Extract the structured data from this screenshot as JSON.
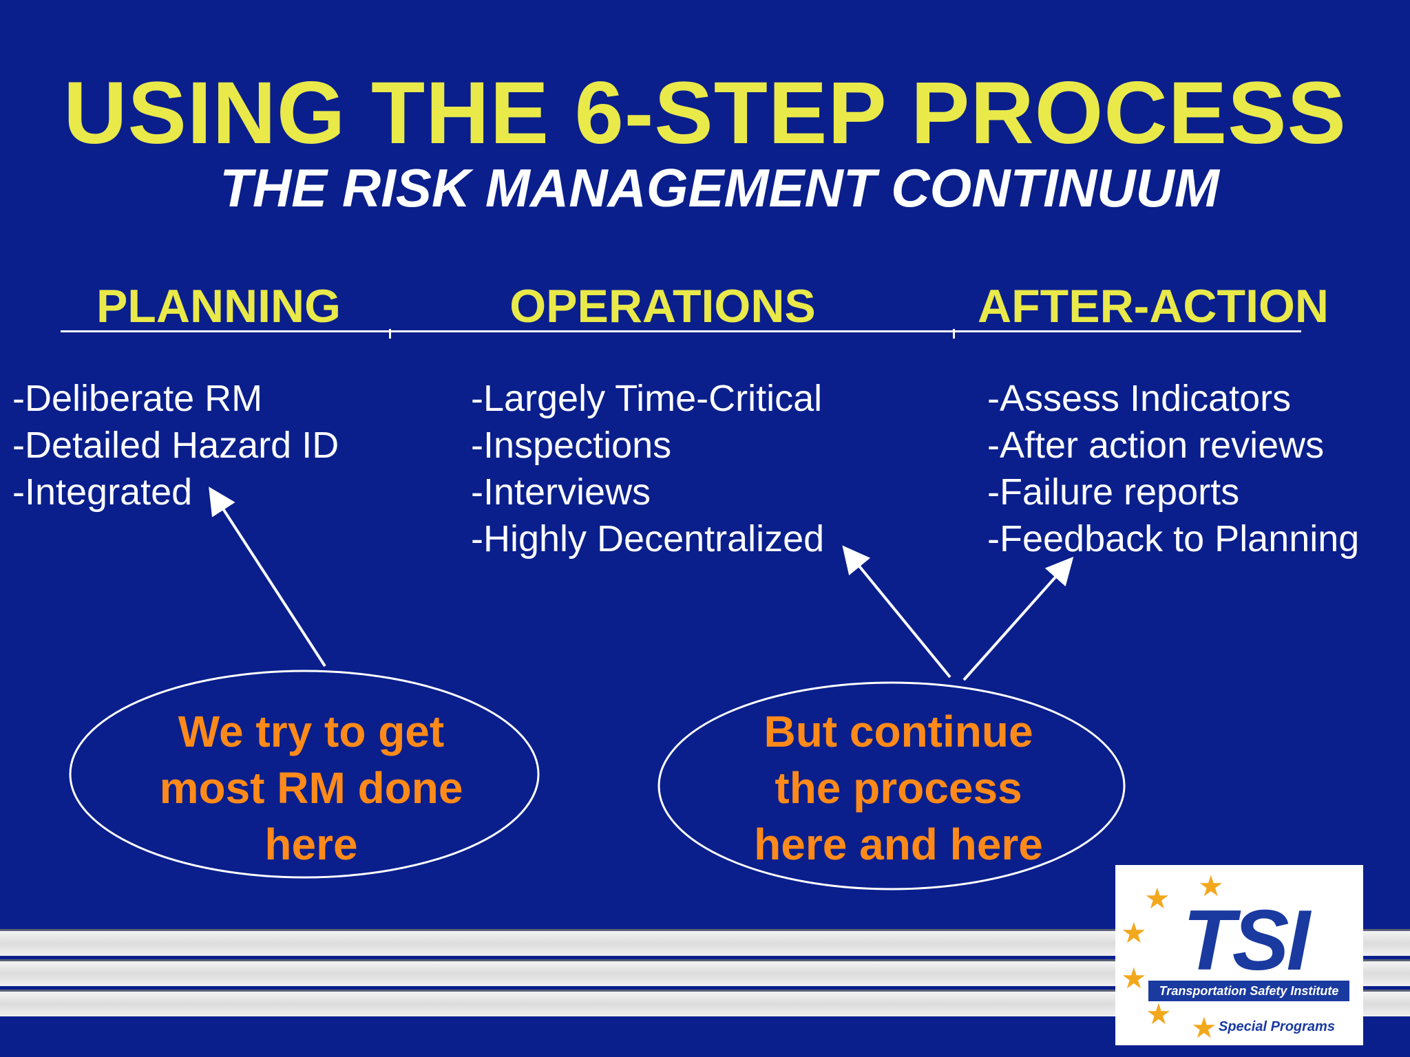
{
  "slide": {
    "title": "USING THE 6-STEP PROCESS",
    "subtitle": "THE RISK MANAGEMENT CONTINUUM"
  },
  "columns": [
    {
      "heading": "PLANNING",
      "items": [
        "-Deliberate RM",
        "-Detailed Hazard ID",
        "-Integrated"
      ]
    },
    {
      "heading": "OPERATIONS",
      "items": [
        "-Largely Time-Critical",
        "-Inspections",
        "-Interviews",
        "-Highly Decentralized"
      ]
    },
    {
      "heading": "AFTER-ACTION",
      "items": [
        "-Assess Indicators",
        "-After action reviews",
        "-Failure reports",
        "-Feedback to Planning"
      ]
    }
  ],
  "callouts": [
    {
      "lines": [
        "We try to get",
        "most RM done",
        "here"
      ]
    },
    {
      "lines": [
        "But continue",
        "the process",
        "here and here"
      ]
    }
  ],
  "logo": {
    "mark": "TSI",
    "band": "Transportation Safety Institute",
    "tagline": "Special Programs",
    "star_icon": "star-icon"
  },
  "colors": {
    "background": "#0a1f8c",
    "title": "#e9e94a",
    "callout_text": "#ff8a1a",
    "logo_blue": "#1a3aa0",
    "star": "#f2a81d"
  }
}
